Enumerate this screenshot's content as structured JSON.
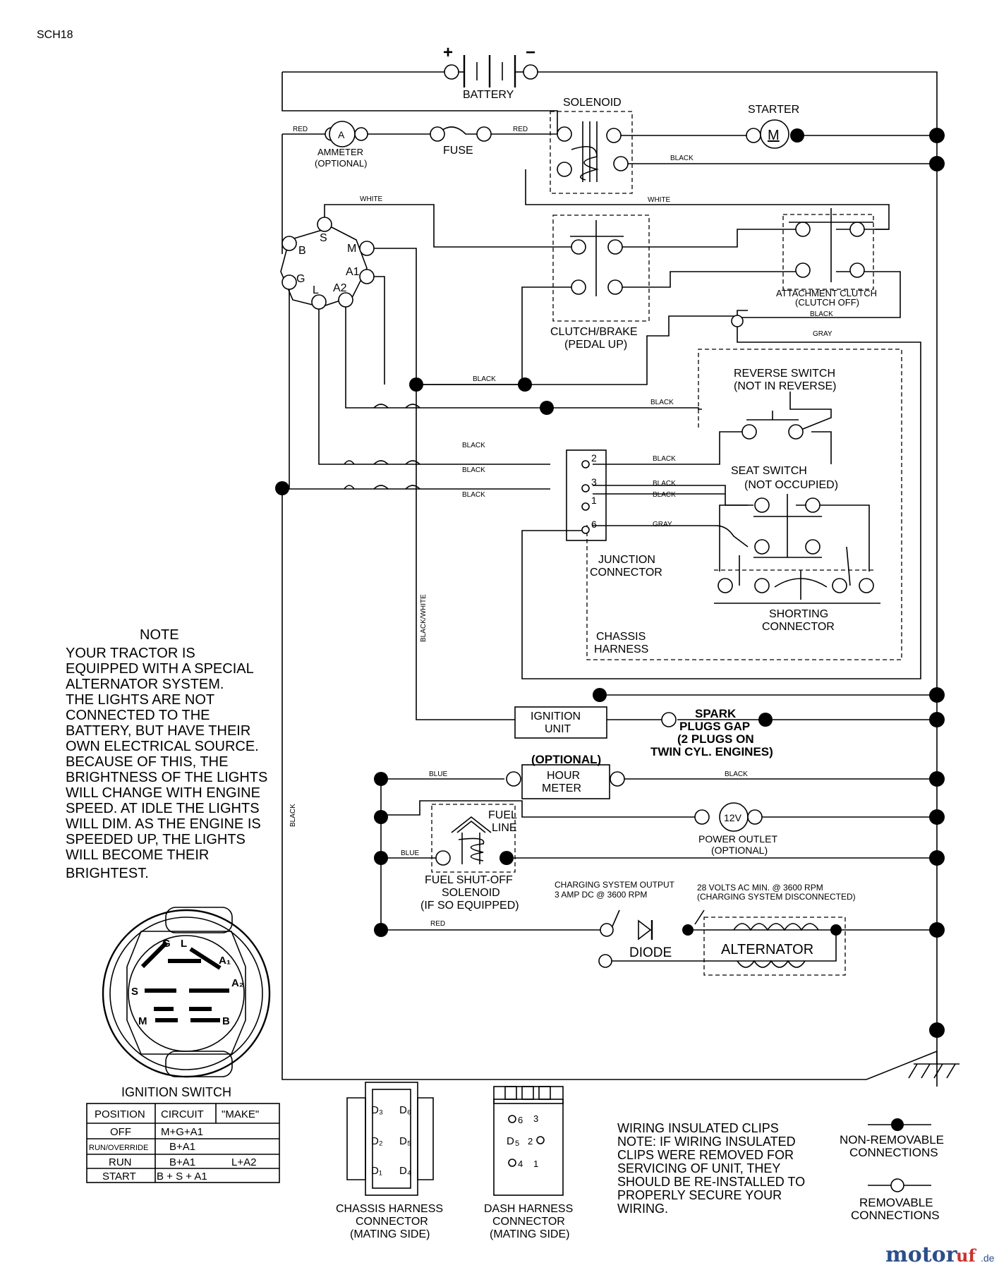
{
  "sheet_code": "SCH18",
  "components": {
    "battery": "BATTERY",
    "battery_plus": "+",
    "battery_minus": "−",
    "solenoid": "SOLENOID",
    "starter": "STARTER",
    "motor_symbol": "M",
    "ammeter_symbol": "A",
    "ammeter": "AMMETER",
    "ammeter_optional": "(OPTIONAL)",
    "fuse": "FUSE",
    "clutch_brake_1": "CLUTCH/BRAKE",
    "clutch_brake_2": "(PEDAL UP)",
    "attachment_clutch_1": "ATTACHMENT CLUTCH",
    "attachment_clutch_2": "(CLUTCH OFF)",
    "reverse_switch_1": "REVERSE SWITCH",
    "reverse_switch_2": "(NOT IN REVERSE)",
    "seat_switch_1": "SEAT SWITCH",
    "seat_switch_2": "(NOT OCCUPIED)",
    "junction_1": "JUNCTION",
    "junction_2": "CONNECTOR",
    "shorting_1": "SHORTING",
    "shorting_2": "CONNECTOR",
    "chassis_harness_1": "CHASSIS",
    "chassis_harness_2": "HARNESS",
    "ignition_unit_1": "IGNITION",
    "ignition_unit_2": "UNIT",
    "spark_1": "SPARK",
    "spark_2": "PLUGS GAP",
    "spark_3": "(2 PLUGS ON",
    "spark_4": "TWIN CYL. ENGINES)",
    "hour_meter_optional": "(OPTIONAL)",
    "hour_meter_1": "HOUR",
    "hour_meter_2": "METER",
    "fuel_line_1": "FUEL",
    "fuel_line_2": "LINE",
    "outlet_symbol": "12V",
    "power_outlet_1": "POWER OUTLET",
    "power_outlet_2": "(OPTIONAL)",
    "fuel_solenoid_1": "FUEL SHUT-OFF",
    "fuel_solenoid_2": "SOLENOID",
    "fuel_solenoid_3": "(IF SO EQUIPPED)",
    "charging_output_1": "CHARGING SYSTEM OUTPUT",
    "charging_output_2": "3 AMP DC @ 3600 RPM",
    "alternator_spec_1": "28 VOLTS AC MIN. @ 3600 RPM",
    "alternator_spec_2": "(CHARGING SYSTEM DISCONNECTED)",
    "diode": "DIODE",
    "alternator": "ALTERNATOR"
  },
  "ignition_terminals": {
    "s": "S",
    "m": "M",
    "b": "B",
    "a1": "A1",
    "g": "G",
    "l": "L",
    "a2": "A2"
  },
  "junction_pins": [
    "2",
    "3",
    "1",
    "6"
  ],
  "wires": {
    "red_1": "RED",
    "red_2": "RED",
    "white_1": "WHITE",
    "white_2": "WHITE",
    "black_solenoid": "BLACK",
    "black_att": "BLACK",
    "gray_att": "GRAY",
    "black_cb": "BLACK",
    "black_rev": "BLACK",
    "black_l1": "BLACK",
    "black_l2": "BLACK",
    "black_l3": "BLACK",
    "black_j2": "BLACK",
    "black_j3": "BLACK",
    "black_j1": "BLACK",
    "gray_j6": "GRAY",
    "black_white": "BLACK/WHITE",
    "black_left": "BLACK",
    "blue_hour": "BLUE",
    "black_hour": "BLACK",
    "blue_fuel": "BLUE",
    "red_bottom": "RED"
  },
  "note": {
    "title": "NOTE",
    "lines": [
      "YOUR TRACTOR IS",
      "EQUIPPED WITH A SPECIAL",
      "ALTERNATOR SYSTEM.",
      "THE LIGHTS ARE NOT",
      "CONNECTED TO THE",
      "BATTERY, BUT HAVE THEIR",
      "OWN ELECTRICAL SOURCE.",
      "BECAUSE OF THIS, THE",
      "BRIGHTNESS OF THE LIGHTS",
      "WILL CHANGE WITH ENGINE",
      "SPEED.  AT IDLE THE LIGHTS",
      "WILL DIM.  AS THE ENGINE IS",
      "SPEEDED UP, THE LIGHTS",
      "WILL BECOME THEIR",
      "BRIGHTEST."
    ]
  },
  "ignition_switch": {
    "title": "IGNITION SWITCH",
    "face_labels": {
      "g": "G",
      "l": "L",
      "a1": "A₁",
      "s": "S",
      "a2": "A₂",
      "m": "M",
      "b": "B"
    },
    "table": {
      "headers": [
        "POSITION",
        "CIRCUIT",
        "\"MAKE\""
      ],
      "rows": [
        [
          "OFF",
          "M+G+A1",
          ""
        ],
        [
          "RUN/OVERRIDE",
          "B+A1",
          ""
        ],
        [
          "RUN",
          "B+A1",
          "L+A2"
        ],
        [
          "START",
          "B + S + A1",
          ""
        ]
      ]
    }
  },
  "connectors": {
    "chassis": {
      "pins": [
        "D₃",
        "D₆",
        "D₂",
        "D₅",
        "D₁",
        "D₄"
      ],
      "label_1": "CHASSIS HARNESS",
      "label_2": "CONNECTOR",
      "label_3": "(MATING SIDE)"
    },
    "dash": {
      "pins": [
        "6",
        "3",
        "5",
        "2",
        "4",
        "1"
      ],
      "d_glyph": "D",
      "label_1": "DASH HARNESS",
      "label_2": "CONNECTOR",
      "label_3": "(MATING SIDE)"
    }
  },
  "clips_note": {
    "lines": [
      "WIRING INSULATED CLIPS",
      "NOTE: IF WIRING INSULATED",
      "CLIPS WERE REMOVED FOR",
      "SERVICING OF UNIT, THEY",
      "SHOULD BE RE-INSTALLED TO",
      "PROPERLY SECURE YOUR",
      "WIRING."
    ]
  },
  "legend": {
    "non_removable_1": "NON-REMOVABLE",
    "non_removable_2": "CONNECTIONS",
    "removable_1": "REMOVABLE",
    "removable_2": "CONNECTIONS"
  },
  "watermark": {
    "part1": "motor",
    "part2": "uf",
    "suffix": ".de"
  }
}
